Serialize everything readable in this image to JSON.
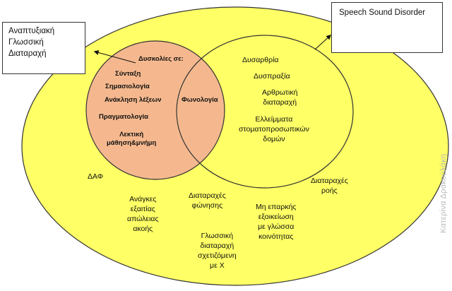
{
  "colors": {
    "outer_fill": "#ffff66",
    "intersection_fill": "#f5b88e",
    "outline": "#333333"
  },
  "boxes": {
    "language_disorder": [
      "Αναπτυξιακή",
      "Γλωσσική",
      "Διαταραχή"
    ],
    "speech_sound_disorder": "Speech Sound Disorder"
  },
  "left_circle": {
    "heading": "Δυσκολίες σε:",
    "syntax": "Σύνταξη",
    "semantics": "Σημασιολογία",
    "word_retrieval": "Ανάκληση λέξεων",
    "pragmatics": "Πραγματολογία",
    "verbal_learning": [
      "Λεκτική",
      "μάθηση&μνήμη"
    ]
  },
  "overlap": {
    "phonology": "Φωνολογία"
  },
  "right_circle": {
    "dysarthria": "Δυσαρθρία",
    "dyspraxia": "Δυσπραξία",
    "articulation": [
      "Αρθρωτική",
      "διαταραχή"
    ],
    "orofacial": [
      "Ελλείμματα",
      "στοματοπροσωπικών",
      "δομών"
    ]
  },
  "outer": {
    "daf": "ΔΑΦ",
    "hearing_loss": [
      "Ανάγκες",
      "εξαιτίας",
      "απώλειας",
      "ακοής"
    ],
    "voice": [
      "Διαταραχές",
      "φώνησης"
    ],
    "language_x": [
      "Γλωσσική",
      "διαταραχή",
      "σχετιζόμενη",
      "με Χ"
    ],
    "insufficient_exposure": [
      "Μη επαρκής",
      "εξοικείωση",
      "με γλώσσα",
      "κοινότητας"
    ],
    "fluency": [
      "Διαταραχές",
      "ροής"
    ]
  },
  "watermark": "Κατερίνα Δρακούλάκη"
}
